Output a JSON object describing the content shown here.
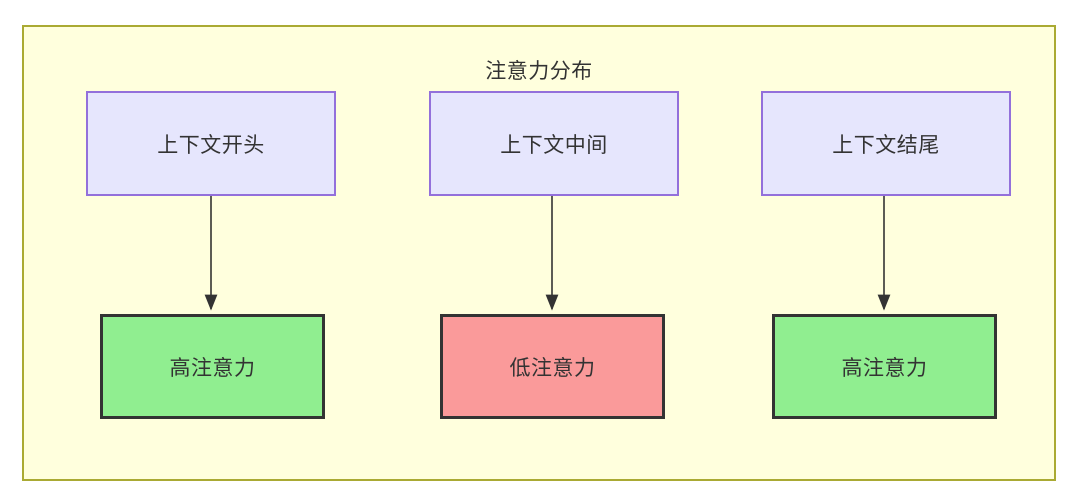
{
  "diagram": {
    "title": "注意力分布",
    "frame_fill": "#ffffdd",
    "frame_stroke": "#aaaa33",
    "columns": [
      {
        "id": "column-1",
        "source": {
          "label": "上下文开头",
          "fill": "#e6e6fd",
          "stroke": "#9370db"
        },
        "edge": {
          "label": "",
          "stroke": "#333333",
          "arrowhead": "solid-triangle"
        },
        "sink": {
          "label": "高注意力",
          "fill": "#90ee90",
          "stroke": "#333333",
          "level": "high"
        }
      },
      {
        "id": "column-2",
        "source": {
          "label": "上下文中间",
          "fill": "#e6e6fd",
          "stroke": "#9370db"
        },
        "edge": {
          "label": "",
          "stroke": "#333333",
          "arrowhead": "solid-triangle"
        },
        "sink": {
          "label": "低注意力",
          "fill": "#fa9a9a",
          "stroke": "#333333",
          "level": "low"
        }
      },
      {
        "id": "column-3",
        "source": {
          "label": "上下文结尾",
          "fill": "#e6e6fd",
          "stroke": "#9370db"
        },
        "edge": {
          "label": "",
          "stroke": "#333333",
          "arrowhead": "solid-triangle"
        },
        "sink": {
          "label": "高注意力",
          "fill": "#90ee90",
          "stroke": "#333333",
          "level": "high"
        }
      }
    ]
  }
}
